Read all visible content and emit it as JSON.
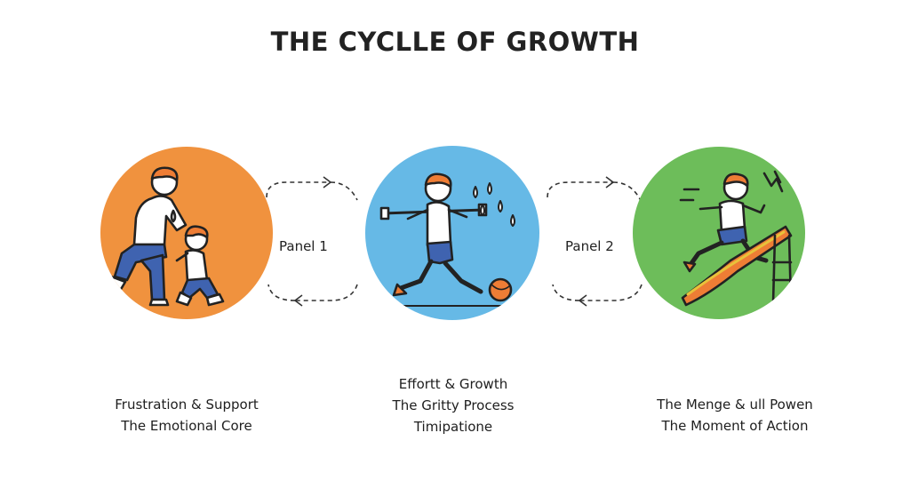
{
  "title": "THE CYCLLE OF GROWTH",
  "panels": [
    {
      "label": "Panel 1"
    },
    {
      "label": "Panel 2"
    }
  ],
  "stages": [
    {
      "line1": "Frustration & Support",
      "line2": "The Emotional Core",
      "icon": "comforting-adult-child-icon",
      "color": "#f0923e"
    },
    {
      "line1": "Effortt & Growth",
      "line2": "The Gritty Process",
      "line3": "Timipatione",
      "icon": "child-exercising-icon",
      "color": "#66b9e6"
    },
    {
      "line1": "The Menge & ull Powen",
      "line2": "The Moment of Action",
      "icon": "child-running-slide-icon",
      "color": "#6dbd5a"
    }
  ]
}
